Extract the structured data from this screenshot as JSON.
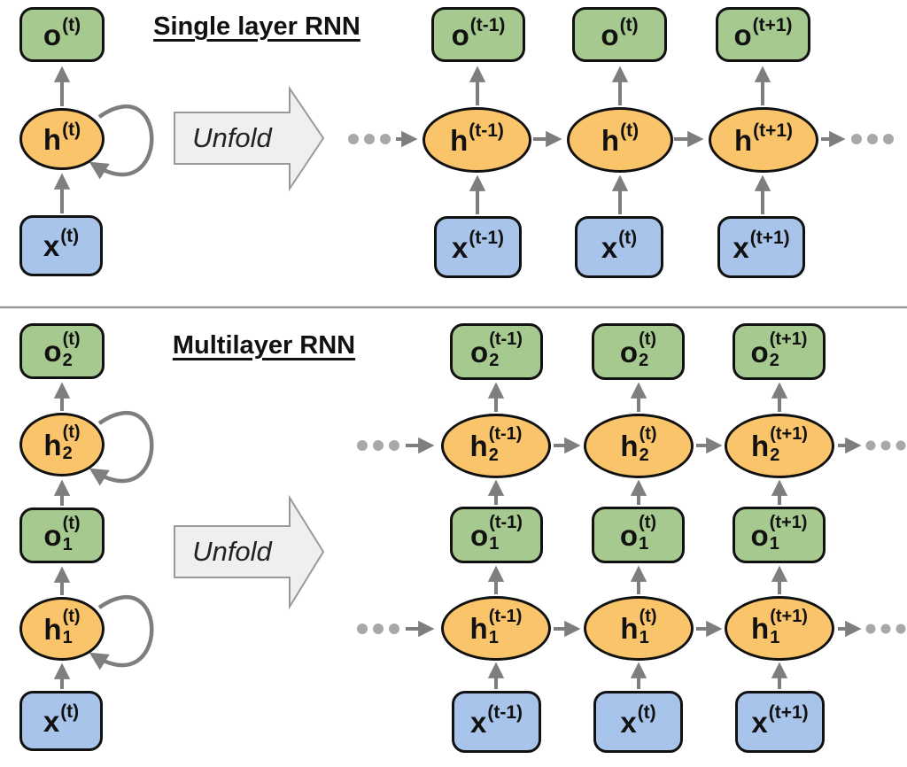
{
  "colors": {
    "green": "#a5c98f",
    "blue": "#a9c4eb",
    "orange": "#fac56a",
    "border": "#111111",
    "arrow": "#7e7e7e",
    "dots": "#a8a8a8",
    "unfoldFill": "#efefef",
    "unfoldBorder": "#999999",
    "divider": "#999999",
    "text": "#111111"
  },
  "top": {
    "title": "Single layer RNN",
    "unfold_label": "Unfold",
    "folded": {
      "o": {
        "base": "o",
        "sup": "(t)"
      },
      "h": {
        "base": "h",
        "sup": "(t)"
      },
      "x": {
        "base": "x",
        "sup": "(t)"
      }
    },
    "cols": [
      {
        "o": {
          "base": "o",
          "sup": "(t-1)"
        },
        "h": {
          "base": "h",
          "sup": "(t-1)"
        },
        "x": {
          "base": "x",
          "sup": "(t-1)"
        }
      },
      {
        "o": {
          "base": "o",
          "sup": "(t)"
        },
        "h": {
          "base": "h",
          "sup": "(t)"
        },
        "x": {
          "base": "x",
          "sup": "(t)"
        }
      },
      {
        "o": {
          "base": "o",
          "sup": "(t+1)"
        },
        "h": {
          "base": "h",
          "sup": "(t+1)"
        },
        "x": {
          "base": "x",
          "sup": "(t+1)"
        }
      }
    ]
  },
  "bottom": {
    "title": "Multilayer RNN",
    "unfold_label": "Unfold",
    "folded": {
      "o2": {
        "base": "o",
        "sup": "(t)",
        "sub": "2"
      },
      "h2": {
        "base": "h",
        "sup": "(t)",
        "sub": "2"
      },
      "o1": {
        "base": "o",
        "sup": "(t)",
        "sub": "1"
      },
      "h1": {
        "base": "h",
        "sup": "(t)",
        "sub": "1"
      },
      "x": {
        "base": "x",
        "sup": "(t)"
      }
    },
    "cols": [
      {
        "o2": {
          "base": "o",
          "sup": "(t-1)",
          "sub": "2"
        },
        "h2": {
          "base": "h",
          "sup": "(t-1)",
          "sub": "2"
        },
        "o1": {
          "base": "o",
          "sup": "(t-1)",
          "sub": "1"
        },
        "h1": {
          "base": "h",
          "sup": "(t-1)",
          "sub": "1"
        },
        "x": {
          "base": "x",
          "sup": "(t-1)"
        }
      },
      {
        "o2": {
          "base": "o",
          "sup": "(t)",
          "sub": "2"
        },
        "h2": {
          "base": "h",
          "sup": "(t)",
          "sub": "2"
        },
        "o1": {
          "base": "o",
          "sup": "(t)",
          "sub": "1"
        },
        "h1": {
          "base": "h",
          "sup": "(t)",
          "sub": "1"
        },
        "x": {
          "base": "x",
          "sup": "(t)"
        }
      },
      {
        "o2": {
          "base": "o",
          "sup": "(t+1)",
          "sub": "2"
        },
        "h2": {
          "base": "h",
          "sup": "(t+1)",
          "sub": "2"
        },
        "o1": {
          "base": "o",
          "sup": "(t+1)",
          "sub": "1"
        },
        "h1": {
          "base": "h",
          "sup": "(t+1)",
          "sub": "1"
        },
        "x": {
          "base": "x",
          "sup": "(t+1)"
        }
      }
    ]
  }
}
